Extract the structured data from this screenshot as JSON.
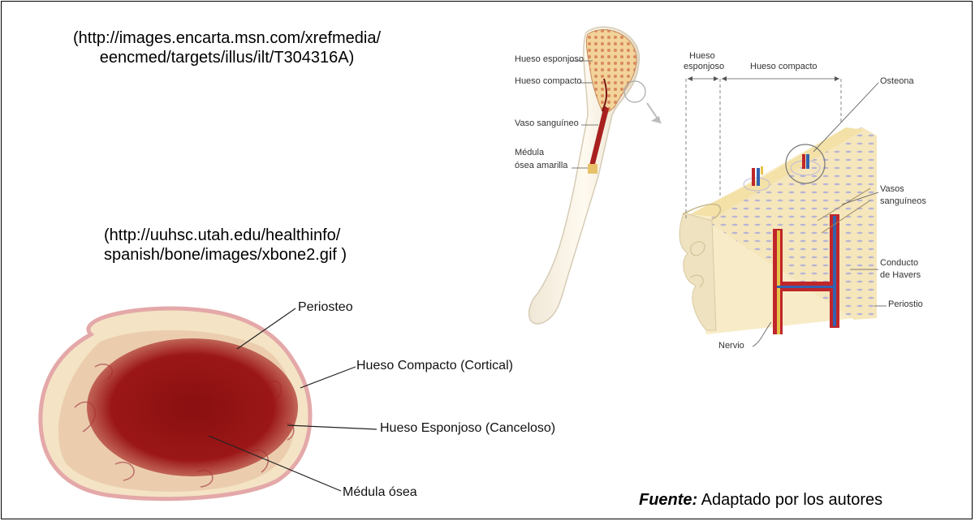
{
  "sources": {
    "encarta_line1": "(http://images.encarta.msn.com/xrefmedia/",
    "encarta_line2": "eencmed/targets/illus/ilt/T304316A)",
    "utah_line1": "(http://uuhsc.utah.edu/healthinfo/",
    "utah_line2": "spanish/bone/images/xbone2.gif )"
  },
  "long_bone_labels": {
    "esponjoso": "Hueso esponjoso",
    "compacto": "Hueso compacto",
    "vaso": "Vaso sanguíneo",
    "medula_1": "Médula",
    "medula_2": "ósea amarilla"
  },
  "detail_labels": {
    "hueso_esponjoso_1": "Hueso",
    "hueso_esponjoso_2": "esponjoso",
    "hueso_compacto": "Hueso compacto",
    "osteona": "Osteona",
    "vasos_1": "Vasos",
    "vasos_2": "sanguíneos",
    "conducto_1": "Conducto",
    "conducto_2": "de Havers",
    "periostio": "Periostio",
    "nervio": "Nervio"
  },
  "cross_section_labels": {
    "periosteo": "Periosteo",
    "compacto": "Hueso Compacto (Cortical)",
    "esponjoso": "Hueso Esponjoso (Canceloso)",
    "medula": "Médula ósea"
  },
  "footer": {
    "fuente_label": "Fuente:",
    "fuente_text": " Adaptado por los autores"
  },
  "colors": {
    "bone_pale": "#f6e9c9",
    "bone_outline": "#e8b8b8",
    "marrow_red": "#9a1616",
    "compact_bone": "#f3e2b4",
    "vessel_red": "#c0262a",
    "vessel_blue": "#3262b0"
  }
}
